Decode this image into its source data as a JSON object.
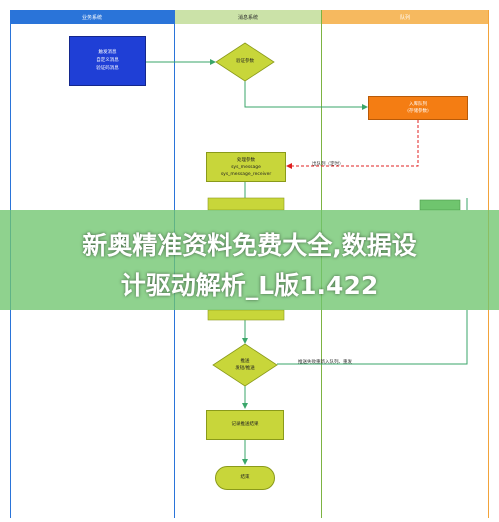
{
  "lanes": {
    "business": "业务系统",
    "message": "消息系统",
    "queue": "队列"
  },
  "business_box": {
    "line1": "触发消息",
    "line2": "自定义消息",
    "line3": "验证码消息"
  },
  "nodes": {
    "validate": "验证参数",
    "enqueue_line1": "入库队列",
    "enqueue_line2": "(存储参数)",
    "process_line1": "处理参数",
    "process_line2": "sys_message",
    "process_line3": "sys_message_receiver",
    "dequeue_label": "出队列（定时）",
    "send_line1": "推送",
    "send_line2": "发短/推送",
    "retry_label": "推送失败重新入队列、重发",
    "record": "记录推送结果",
    "end": "结束"
  },
  "banner": {
    "line1": "新奥精准资料免费大全,数据设",
    "line2": "计驱动解析_L版1.422"
  },
  "colors": {
    "lane_business": "#2a74d9",
    "lane_message": "#7cb342",
    "lane_queue": "#f2a33a",
    "blue_box": "#1f3fd6",
    "green_node": "#c8d63a",
    "orange_node": "#f47d13",
    "arrow": "#3aa66a",
    "dashed": "#e02020"
  }
}
